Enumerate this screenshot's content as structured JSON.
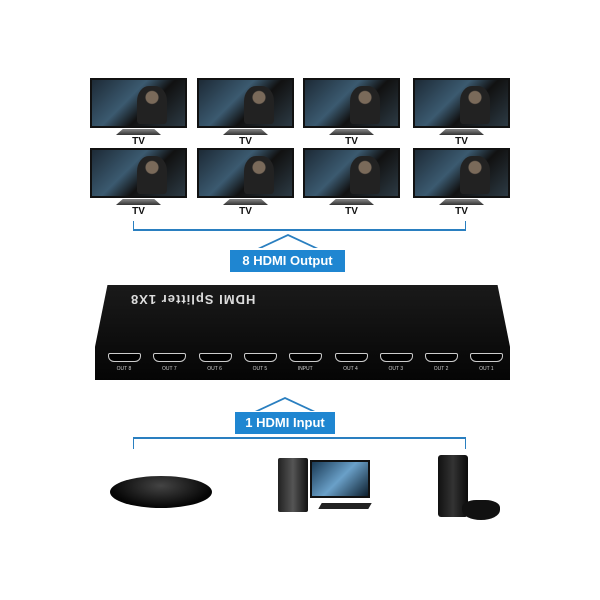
{
  "tvs": {
    "label": "TV",
    "count": 8
  },
  "output_label": "8 HDMI Output",
  "input_label": "1 HDMI Input",
  "splitter": {
    "title": "HDMI Splitter 1X8",
    "ports": [
      "OUT 8",
      "OUT 7",
      "OUT 6",
      "OUT 5",
      "INPUT",
      "OUT 4",
      "OUT 3",
      "OUT 2",
      "OUT 1"
    ]
  },
  "colors": {
    "accent": "#1f86d1",
    "device": "#0a0a0a"
  }
}
